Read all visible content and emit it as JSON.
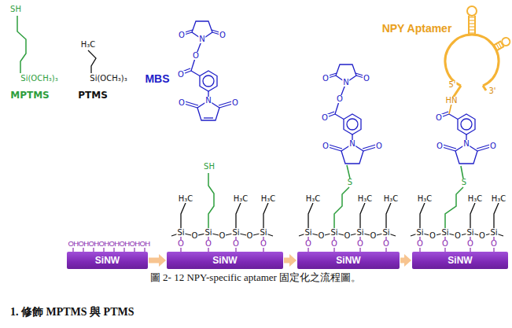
{
  "diagram": {
    "caption": "圖 2- 12 NPY-specific aptamer 固定化之流程圖。",
    "nodes": [
      {
        "text": [
          "SiNW"
        ]
      },
      {
        "text": [
          "SiNW"
        ]
      },
      {
        "text": [
          "SiNW"
        ]
      },
      {
        "text": [
          "SiNW"
        ]
      }
    ],
    "edges": [
      {
        "from": 0,
        "to": 1,
        "arrow": "to"
      },
      {
        "from": 1,
        "to": 2,
        "arrow": "to"
      },
      {
        "from": 2,
        "to": 3,
        "arrow": "to"
      }
    ],
    "labels": [
      "SH",
      "Si(OCH₃)₃",
      "MPTMS",
      "H₃C",
      "Si(OCH₃)₃",
      "PTMS",
      "OH",
      "OH",
      "OH",
      "OH",
      "OH",
      "OH",
      "OH",
      "OH",
      "MBS",
      "O",
      "N",
      "O",
      "O",
      "O",
      "N",
      "O",
      "O",
      "H₃C",
      "SH",
      "H₃C",
      "H₃C",
      "Si",
      "O",
      "Si",
      "O",
      "Si",
      "O",
      "Si",
      "O",
      "O",
      "O",
      "O",
      "O",
      "N",
      "O",
      "O",
      "O",
      "N",
      "O",
      "O",
      "S",
      "H₃C",
      "H₃C",
      "H₃C",
      "Si",
      "O",
      "Si",
      "O",
      "Si",
      "O",
      "Si",
      "O",
      "O",
      "O",
      "O",
      "NPY Aptamer",
      "5'",
      "3'",
      "HN",
      "O",
      "N",
      "O",
      "O",
      "S",
      "H₃C",
      "H₃C",
      "H₃C",
      "Si",
      "O",
      "Si",
      "O",
      "Si",
      "O",
      "Si",
      "O",
      "O",
      "O",
      "O",
      "1. 修飾 MPTMS 與 PTMS"
    ]
  }
}
